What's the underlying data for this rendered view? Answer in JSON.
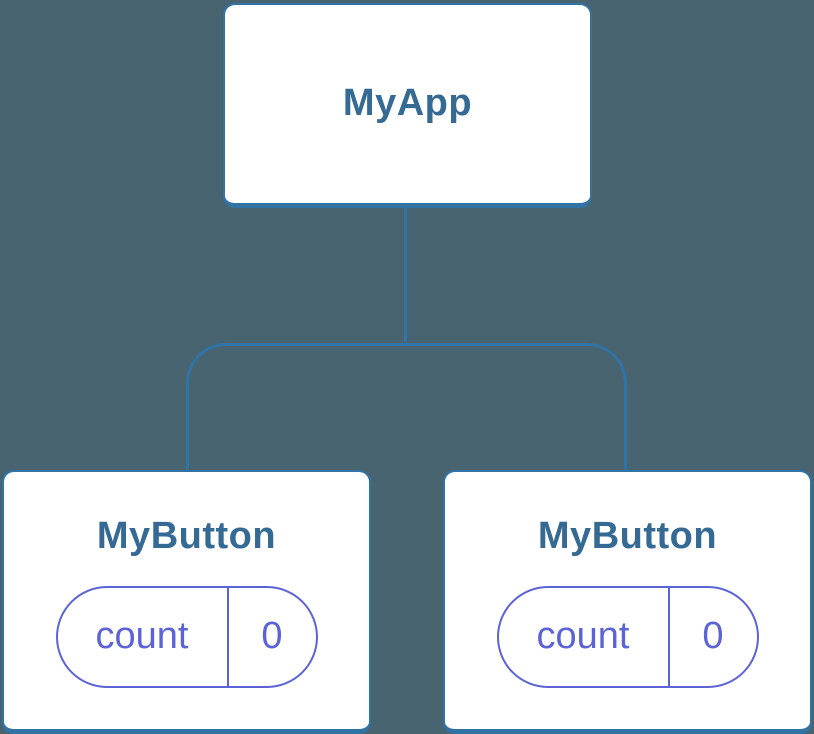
{
  "diagram": {
    "type": "component-tree",
    "colors": {
      "background": "#486471",
      "card_background": "#ffffff",
      "connector_blue": "#3173A5",
      "node_title_blue": "#346A94",
      "state_purple": "#5C63D6"
    },
    "root": {
      "label": "MyApp"
    },
    "children": [
      {
        "label": "MyButton",
        "state": {
          "key": "count",
          "value": "0"
        }
      },
      {
        "label": "MyButton",
        "state": {
          "key": "count",
          "value": "0"
        }
      }
    ]
  }
}
